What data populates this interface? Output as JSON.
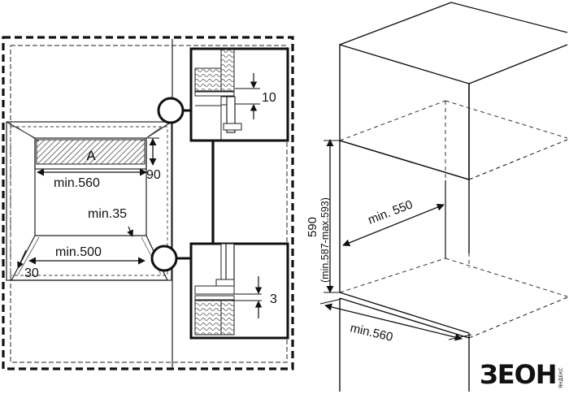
{
  "labels": {
    "area": "A",
    "depth_90": "90",
    "min_560_top": "min.560",
    "min_35": "min.35",
    "min_500": "min.500",
    "dim_30": "30",
    "gap_10": "10",
    "gap_3": "3",
    "height_590": "590",
    "height_range": "(min.587-max.593)",
    "min_550": "min. 550",
    "min_560_bottom": "min.560"
  },
  "logo": {
    "main": "ЗЕОН",
    "small": "ЯНДЕКС"
  }
}
